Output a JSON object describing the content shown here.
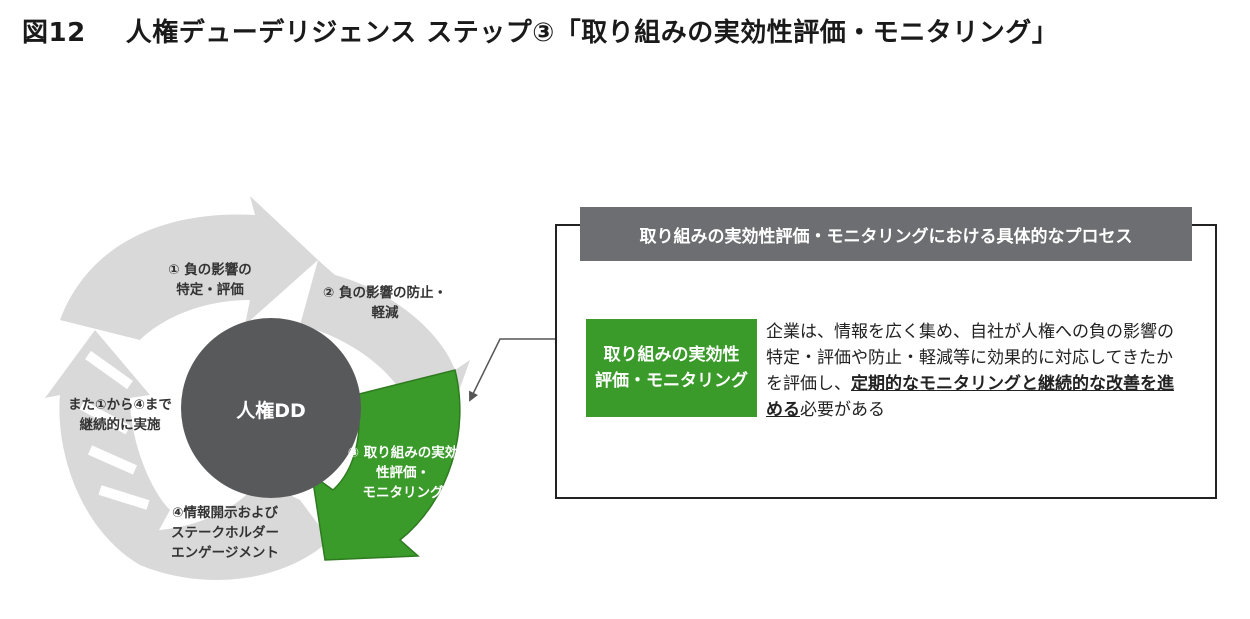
{
  "figure": {
    "number": "図12",
    "title": "人権デューデリジェンス ステップ③「取り組みの実効性評価・モニタリング」"
  },
  "cycle": {
    "center": "人権DD",
    "steps": [
      {
        "line1": "① 負の影響の",
        "line2": "特定・評価",
        "line3": ""
      },
      {
        "line1": "② 負の影響の防止・",
        "line2": "軽減",
        "line3": ""
      },
      {
        "line1": "③ 取り組みの実効",
        "line2": "性評価・",
        "line3": "モニタリング"
      },
      {
        "line1": "④情報開示および",
        "line2": "ステークホルダー",
        "line3": "エンゲージメント"
      }
    ],
    "loop_note": {
      "line1": "また①から④まで",
      "line2": "継続的に実施"
    },
    "colors": {
      "gray": "#d9d9d9",
      "highlight": "#3a9b2a",
      "center": "#58595b"
    }
  },
  "process_box": {
    "header": "取り組みの実効性評価・モニタリングにおける具体的なプロセス",
    "tag_line1": "取り組みの実効性",
    "tag_line2": "評価・モニタリング",
    "desc_before": "企業は、情報を広く集め、自社が人権への負の影響の特定・評価や防止・軽減等に効果的に対応してきたかを評価し、",
    "desc_emphasis": "定期的なモニタリングと継続的な改善を進める",
    "desc_after": "必要がある"
  }
}
